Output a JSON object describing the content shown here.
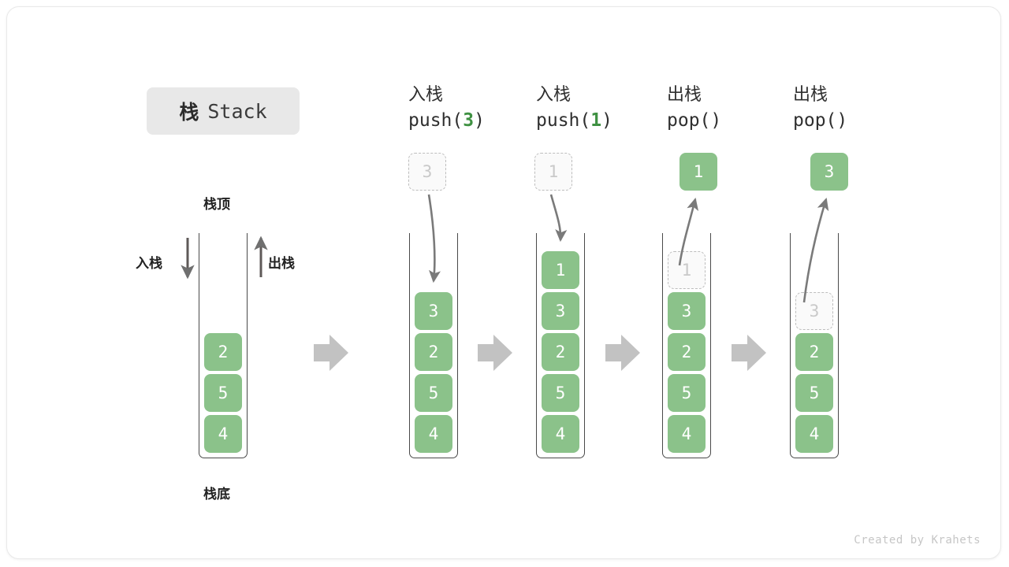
{
  "diagram": {
    "title_cn": "栈",
    "title_en": "Stack",
    "top_label": "栈顶",
    "bottom_label": "栈底",
    "push_label": "入栈",
    "pop_label": "出栈",
    "credit": "Created by Krahets",
    "colors": {
      "cell_fill": "#8bc28a",
      "cell_text": "#ffffff",
      "ghost_fill": "#fafafa",
      "ghost_border": "#bdbdbd",
      "ghost_text": "#c9c9c9",
      "accent_green": "#3f9142",
      "rail": "#4a4a4a",
      "step_arrow": "#c2c2c2",
      "curve_arrow": "#7a7a7a",
      "title_chip_bg": "#e8e8e8"
    }
  },
  "columns": [
    {
      "id": "initial",
      "head_cn": "",
      "head_fn": "",
      "stack": [
        "2",
        "5",
        "4"
      ],
      "float_cell": null
    },
    {
      "id": "push3",
      "head_cn": "入栈",
      "head_fn_prefix": "push(",
      "head_fn_num": "3",
      "head_fn_suffix": ")",
      "stack": [
        "3",
        "2",
        "5",
        "4"
      ],
      "float_cell": {
        "value": "3",
        "style": "ghost"
      },
      "arrow": "down"
    },
    {
      "id": "push1",
      "head_cn": "入栈",
      "head_fn_prefix": "push(",
      "head_fn_num": "1",
      "head_fn_suffix": ")",
      "stack": [
        "1",
        "3",
        "2",
        "5",
        "4"
      ],
      "float_cell": {
        "value": "1",
        "style": "ghost"
      },
      "arrow": "down"
    },
    {
      "id": "pop1",
      "head_cn": "出栈",
      "head_fn_prefix": "pop(",
      "head_fn_num": "",
      "head_fn_suffix": ")",
      "stack_ghost_top": "1",
      "stack": [
        "3",
        "2",
        "5",
        "4"
      ],
      "float_cell": {
        "value": "1",
        "style": "filled"
      },
      "arrow": "up"
    },
    {
      "id": "pop3",
      "head_cn": "出栈",
      "head_fn_prefix": "pop(",
      "head_fn_num": "",
      "head_fn_suffix": ")",
      "stack_ghost_top": "3",
      "stack": [
        "2",
        "5",
        "4"
      ],
      "float_cell": {
        "value": "3",
        "style": "filled"
      },
      "arrow": "up"
    }
  ],
  "cells": {
    "c_init_2": "2",
    "c_init_5": "5",
    "c_init_4": "4",
    "c_p3_float": "3",
    "c_p3_3": "3",
    "c_p3_2": "2",
    "c_p3_5": "5",
    "c_p3_4": "4",
    "c_p1_float": "1",
    "c_p1_1": "1",
    "c_p1_3": "3",
    "c_p1_2": "2",
    "c_p1_5": "5",
    "c_p1_4": "4",
    "c_o1_float": "1",
    "c_o1_ghost": "1",
    "c_o1_3": "3",
    "c_o1_2": "2",
    "c_o1_5": "5",
    "c_o1_4": "4",
    "c_o3_float": "3",
    "c_o3_ghost": "3",
    "c_o3_2": "2",
    "c_o3_5": "5",
    "c_o3_4": "4"
  },
  "headers": {
    "h1_cn": "入栈",
    "h1_fn_pre": "push(",
    "h1_fn_num": "3",
    "h1_fn_post": ")",
    "h2_cn": "入栈",
    "h2_fn_pre": "push(",
    "h2_fn_num": "1",
    "h2_fn_post": ")",
    "h3_cn": "出栈",
    "h3_fn_pre": "pop(",
    "h3_fn_num": "",
    "h3_fn_post": ")",
    "h4_cn": "出栈",
    "h4_fn_pre": "pop(",
    "h4_fn_num": "",
    "h4_fn_post": ")"
  }
}
